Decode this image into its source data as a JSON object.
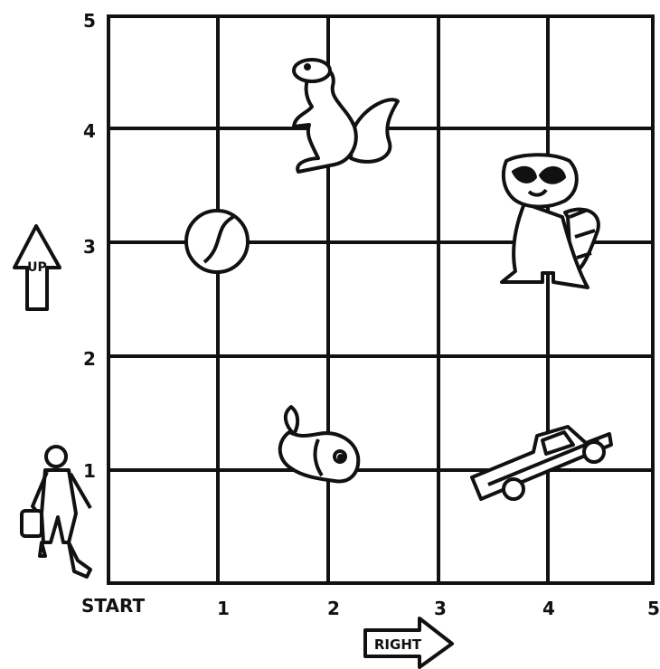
{
  "grid": {
    "x_ticks": [
      "1",
      "2",
      "3",
      "4",
      "5"
    ],
    "y_ticks": [
      "1",
      "2",
      "3",
      "4",
      "5"
    ],
    "origin_label": "START",
    "x_direction_label": "RIGHT",
    "y_direction_label": "UP"
  },
  "figures": [
    {
      "name": "squirrel",
      "icon": "squirrel-icon",
      "x": 2,
      "y": 4
    },
    {
      "name": "baseball",
      "icon": "baseball-icon",
      "x": 1,
      "y": 3
    },
    {
      "name": "raccoon",
      "icon": "raccoon-icon",
      "x": 4,
      "y": 3
    },
    {
      "name": "fish",
      "icon": "fish-icon",
      "x": 2,
      "y": 1
    },
    {
      "name": "pickup truck",
      "icon": "truck-icon",
      "x": 4,
      "y": 1
    },
    {
      "name": "walking man",
      "icon": "man-icon",
      "x": 0,
      "y": 0
    }
  ],
  "colors": {
    "ink": "#111111",
    "background": "#ffffff"
  }
}
